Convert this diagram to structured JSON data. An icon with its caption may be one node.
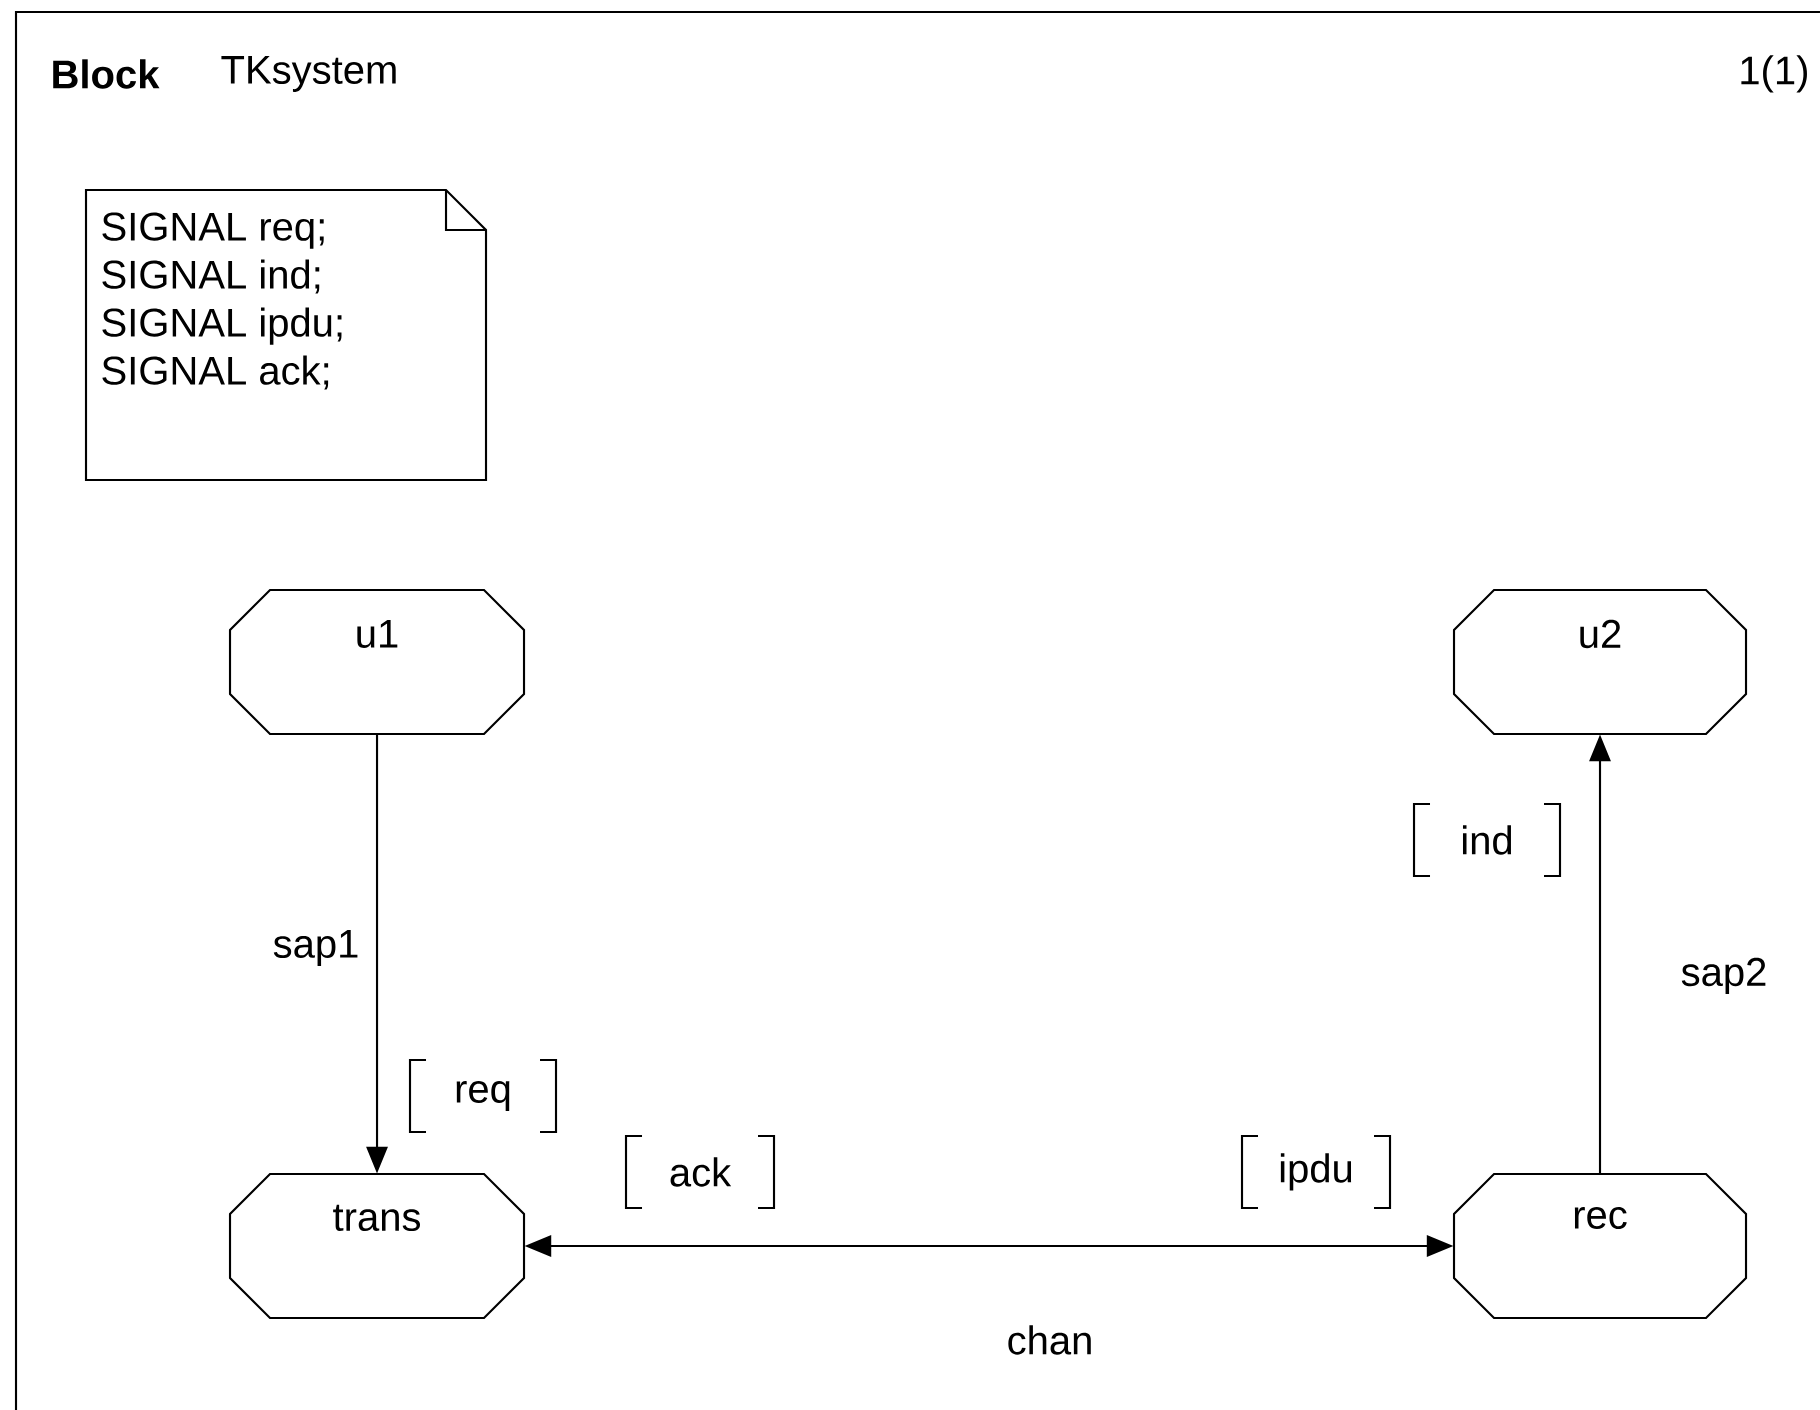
{
  "diagram": {
    "nodes": [
      {
        "text": [
          "SIGNAL req;",
          "SIGNAL ind;",
          "SIGNAL ipdu;",
          "SIGNAL ack;"
        ]
      },
      {
        "text": [
          "u1"
        ]
      },
      {
        "text": [
          "u2"
        ]
      },
      {
        "text": [
          "trans"
        ]
      },
      {
        "text": [
          "rec"
        ]
      }
    ],
    "edges": [
      {
        "from": 1,
        "to": 3,
        "arrow": "to",
        "label": "sap1"
      },
      {
        "from": 4,
        "to": 2,
        "arrow": "to",
        "label": "sap2"
      },
      {
        "from": 3,
        "to": 4,
        "arrow": "both",
        "label": "chan"
      }
    ],
    "labels": [
      "Block",
      "TKsystem",
      "1(1)",
      "req",
      "ack",
      "ipdu",
      "ind"
    ]
  }
}
